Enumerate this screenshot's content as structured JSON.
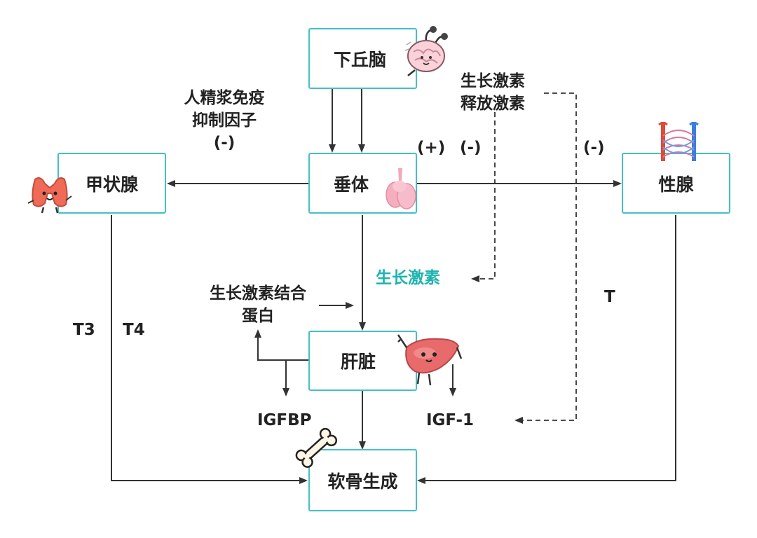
{
  "nodes": {
    "hypothalamus": "下丘脑",
    "pituitary": "垂体",
    "thyroid": "甲状腺",
    "gonad": "性腺",
    "liver": "肝脏",
    "cartilage": "软骨生成"
  },
  "labels": {
    "inhibit_line1": "人精浆免疫",
    "inhibit_line2": "抑制因子",
    "inhibit_sign": "(-)",
    "ghrh_line1": "生长激素",
    "ghrh_line2": "释放激素",
    "ghrh_plus": "(+)",
    "ghrh_minus": "(-)",
    "gonad_minus": "(-)",
    "growth_hormone": "生长激素",
    "binding_protein_line1": "生长激素结合",
    "binding_protein_line2": "蛋白",
    "t3": "T3",
    "t4": "T4",
    "t": "T",
    "igfbp": "IGFBP",
    "igf1": "IGF-1"
  },
  "colors": {
    "box_border": "#45bfc6",
    "accent_text": "#1bb3b0",
    "arrow": "#333333"
  },
  "icons": {
    "hypothalamus": "brain-icon",
    "pituitary": "pituitary-gland-icon",
    "thyroid": "thyroid-icon",
    "gonad": "reproductive-organ-icon",
    "liver": "liver-icon",
    "cartilage": "bone-icon"
  }
}
